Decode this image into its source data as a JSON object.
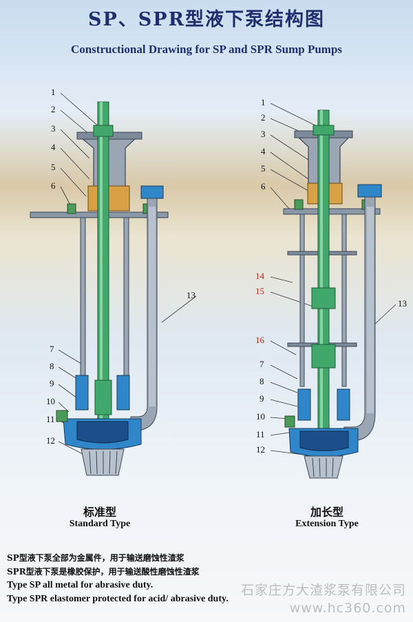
{
  "header": {
    "title_cn": "SP、SPR型液下泵结构图",
    "title_en": "Constructional Drawing for SP and SPR Sump Pumps"
  },
  "standard": {
    "label_cn": "标准型",
    "label_en": "Standard Type",
    "part_labels": [
      "1",
      "2",
      "3",
      "4",
      "5",
      "6",
      "7",
      "8",
      "9",
      "10",
      "11",
      "12",
      "13"
    ]
  },
  "extension": {
    "label_cn": "加长型",
    "label_en": "Extension Type",
    "part_labels": [
      "1",
      "2",
      "3",
      "4",
      "5",
      "6",
      "14",
      "15",
      "13",
      "16",
      "7",
      "8",
      "9",
      "10",
      "11",
      "12"
    ]
  },
  "notes": {
    "sp_cn": "SP型液下泵全部为金属件，用于输送磨蚀性渣浆",
    "spr_cn": "SPR型液下泵是橡胶保护，用于输送酸性磨蚀性渣浆",
    "sp_en": "Type SP  all metal for abrasive duty.",
    "spr_en": "Type SPR elastomer protected for acid/ abrasive duty."
  },
  "watermark": {
    "company": "石家庄方大渣浆泵有限公司",
    "url": "www.hc360.com"
  },
  "colors": {
    "shaft": "#3fa86a",
    "frame": "#8a98a8",
    "bearing": "#d9a046",
    "casing_blue": "#2f86c8",
    "title": "#1f2f6e",
    "red_label": "#c4231d"
  }
}
